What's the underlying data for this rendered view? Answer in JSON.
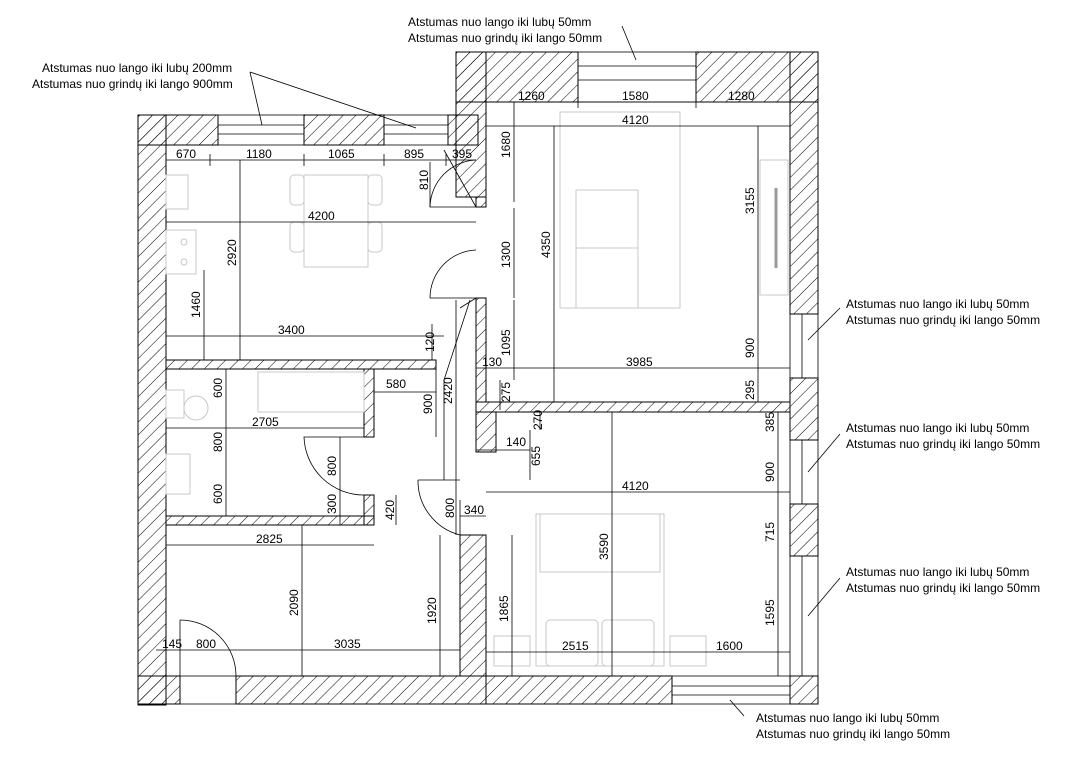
{
  "notes": {
    "top_center": [
      "Atstumas nuo lango iki lubų 50mm",
      "Atstumas nuo grindų iki lango 50mm"
    ],
    "top_left": [
      "Atstumas nuo lango iki lubų 200mm",
      "Atstumas nuo grindų iki lango 900mm"
    ],
    "right_1": [
      "Atstumas nuo lango iki lubų 50mm",
      "Atstumas nuo grindų iki lango 50mm"
    ],
    "right_2": [
      "Atstumas nuo lango iki lubų 50mm",
      "Atstumas nuo grindų iki lango 50mm"
    ],
    "right_3": [
      "Atstumas nuo lango iki lubų 50mm",
      "Atstumas nuo grindų iki lango 50mm"
    ],
    "bottom": [
      "Atstumas nuo lango iki lubų 50mm",
      "Atstumas nuo grindų iki lango 50mm"
    ]
  },
  "dimensions": {
    "d1260": "1260",
    "d1580": "1580",
    "d1280": "1280",
    "d4120_top": "4120",
    "d670": "670",
    "d1180": "1180",
    "d1065": "1065",
    "d895": "895",
    "d395": "395",
    "d1680": "1680",
    "d810": "810",
    "d4200": "4200",
    "d2920": "2920",
    "d1300": "1300",
    "d4350": "4350",
    "d3155": "3155",
    "d1460": "1460",
    "d3400": "3400",
    "d1095": "1095",
    "d120": "120",
    "d900_liv": "900",
    "d130": "130",
    "d3985": "3985",
    "d600_a": "600",
    "d580": "580",
    "d2420": "2420",
    "d900_bath": "900",
    "d275": "275",
    "d295": "295",
    "d270": "270",
    "d385": "385",
    "d2705": "2705",
    "d800_a": "800",
    "d140": "140",
    "d655": "655",
    "d900_bed": "900",
    "d800_door": "800",
    "d4120_bed": "4120",
    "d600_b": "600",
    "d300": "300",
    "d420": "420",
    "d800_door2": "800",
    "d340": "340",
    "d715": "715",
    "d2825": "2825",
    "d3590": "3590",
    "d2090": "2090",
    "d1920": "1920",
    "d1865": "1865",
    "d1595": "1595",
    "d145": "145",
    "d800_entry": "800",
    "d3035": "3035",
    "d2515": "2515",
    "d1600": "1600"
  }
}
